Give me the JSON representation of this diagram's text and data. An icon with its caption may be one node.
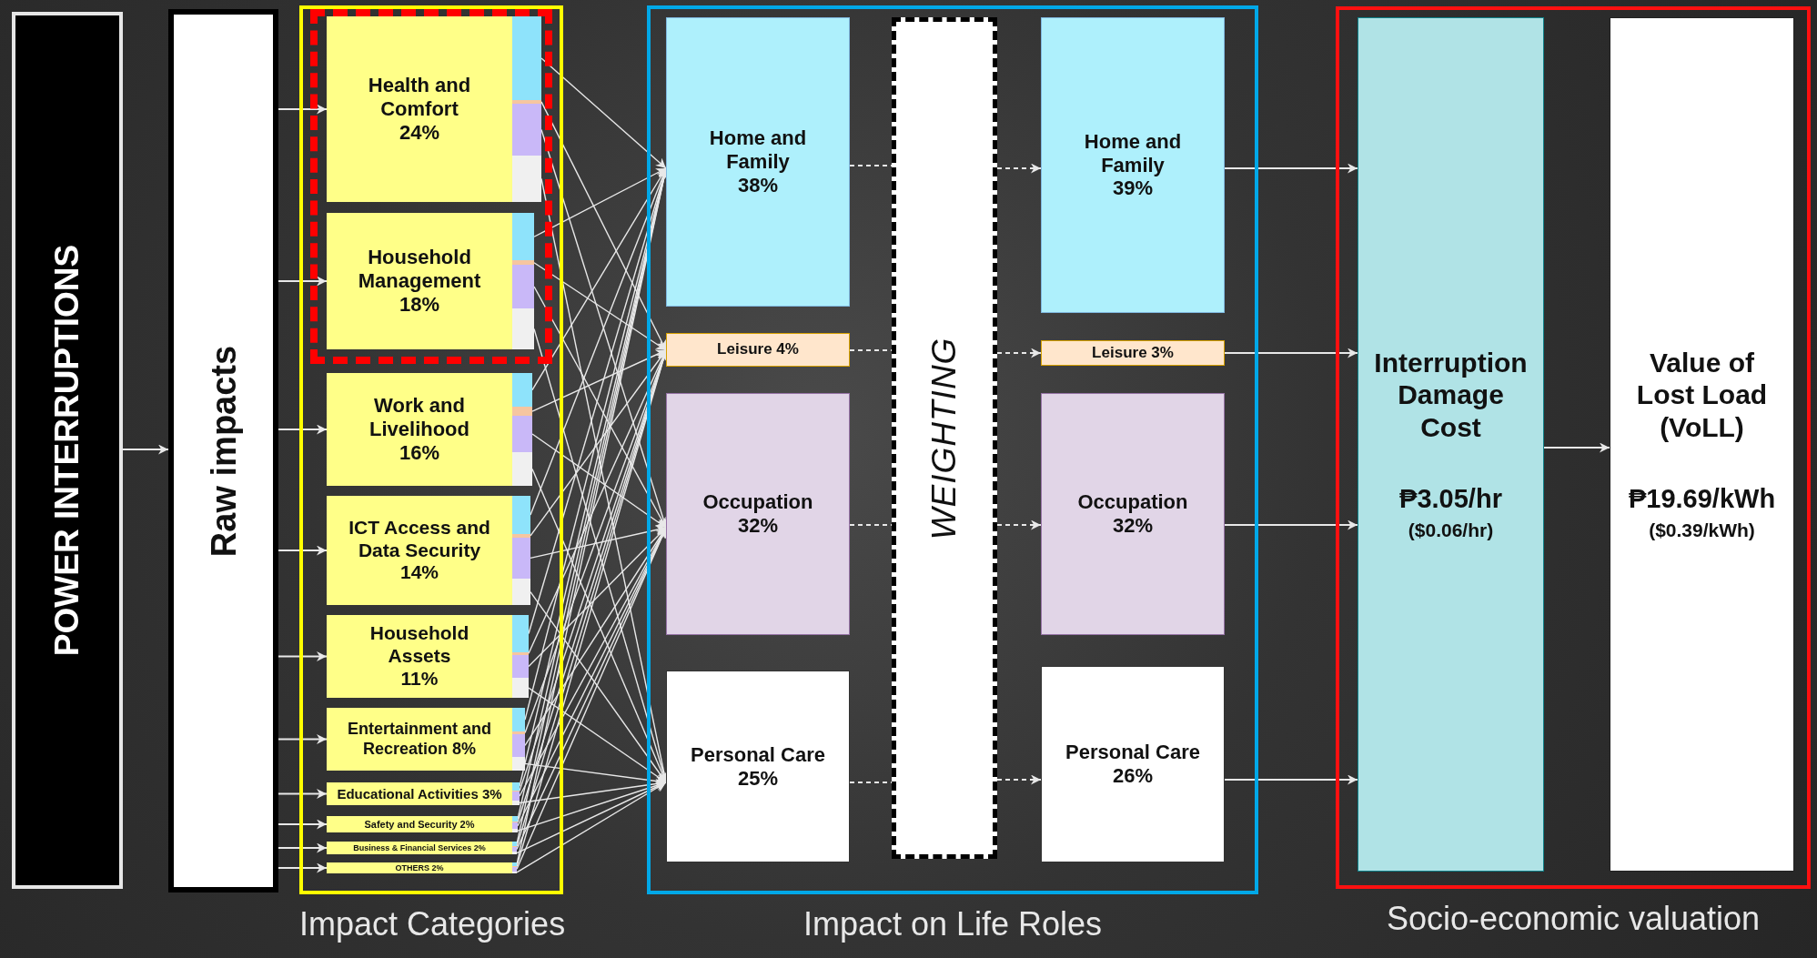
{
  "diagram": {
    "nodes": [
      {
        "text": [
          "POWER INTERRUPTIONS"
        ]
      },
      {
        "text": [
          "Raw impacts"
        ]
      },
      {
        "text": [],
        "shape": "box",
        "beside": [
          "Impact Categories"
        ]
      },
      {
        "text": [],
        "shape": "box",
        "in": 2
      },
      {
        "text": [
          "Health and Comfort 24%"
        ],
        "in": 3
      },
      {
        "text": [
          "Household Management 18%"
        ],
        "in": 3
      },
      {
        "text": [
          "Work and Livelihood 16%"
        ],
        "in": 2
      },
      {
        "text": [
          "ICT Access and Data Security 14%"
        ],
        "in": 2
      },
      {
        "text": [
          "Household Assets 11%"
        ],
        "in": 2
      },
      {
        "text": [
          "Entertainment and Recreation 8%"
        ],
        "in": 2
      },
      {
        "text": [
          "Educational Activities 3%"
        ],
        "in": 2
      },
      {
        "text": [
          "Safety and Security 2%"
        ],
        "in": 2
      },
      {
        "text": [
          "Business & Financial Services 2%"
        ],
        "in": 2
      },
      {
        "text": [
          "OTHERS 2%"
        ],
        "in": 2
      },
      {
        "text": [],
        "shape": "box",
        "beside": [
          "Impact on Life Roles"
        ]
      },
      {
        "text": [
          "Home and Family 38%"
        ],
        "in": 14
      },
      {
        "text": [
          "Leisure 4%"
        ],
        "in": 14
      },
      {
        "text": [
          "Occupation 32%"
        ],
        "in": 14
      },
      {
        "text": [
          "Personal Care 25%"
        ],
        "in": 14
      },
      {
        "text": [
          "WEIGHTING"
        ],
        "in": 14
      },
      {
        "text": [
          "Home and Family 39%"
        ],
        "in": 14
      },
      {
        "text": [
          "Leisure 3%"
        ],
        "in": 14
      },
      {
        "text": [
          "Occupation 32%"
        ],
        "in": 14
      },
      {
        "text": [
          "Personal Care 26%"
        ],
        "in": 14
      },
      {
        "text": [],
        "shape": "box",
        "beside": [
          "Socio-economic valuation"
        ]
      },
      {
        "text": [
          "Interruption Damage Cost",
          "₱3.05/hr",
          "($0.06/hr)"
        ],
        "in": 24
      },
      {
        "text": [
          "Value of Lost Load (VoLL)",
          "₱19.69/kWh",
          "($0.39/kWh)"
        ],
        "in": 24
      }
    ],
    "edges": [
      {
        "from": 0,
        "to": 1,
        "arrow": "to"
      },
      {
        "from": 1,
        "to": 4,
        "arrow": "to"
      },
      {
        "from": 1,
        "to": 5,
        "arrow": "to"
      },
      {
        "from": 1,
        "to": 6,
        "arrow": "to"
      },
      {
        "from": 1,
        "to": 7,
        "arrow": "to"
      },
      {
        "from": 1,
        "to": 8,
        "arrow": "to"
      },
      {
        "from": 1,
        "to": 9,
        "arrow": "to"
      },
      {
        "from": 1,
        "to": 10,
        "arrow": "to"
      },
      {
        "from": 1,
        "to": 11,
        "arrow": "to"
      },
      {
        "from": 1,
        "to": 12,
        "arrow": "to"
      },
      {
        "from": 1,
        "to": 13,
        "arrow": "to"
      },
      {
        "from": 4,
        "to": 15,
        "arrow": "to"
      },
      {
        "from": 4,
        "to": 16,
        "arrow": "to"
      },
      {
        "from": 4,
        "to": 17,
        "arrow": "to"
      },
      {
        "from": 4,
        "to": 18,
        "arrow": "to"
      },
      {
        "from": 5,
        "to": 15,
        "arrow": "to"
      },
      {
        "from": 5,
        "to": 16,
        "arrow": "to"
      },
      {
        "from": 5,
        "to": 17,
        "arrow": "to"
      },
      {
        "from": 5,
        "to": 18,
        "arrow": "to"
      },
      {
        "from": 6,
        "to": 15,
        "arrow": "to"
      },
      {
        "from": 6,
        "to": 16,
        "arrow": "to"
      },
      {
        "from": 6,
        "to": 17,
        "arrow": "to"
      },
      {
        "from": 6,
        "to": 18,
        "arrow": "to"
      },
      {
        "from": 7,
        "to": 15,
        "arrow": "to"
      },
      {
        "from": 7,
        "to": 16,
        "arrow": "to"
      },
      {
        "from": 7,
        "to": 17,
        "arrow": "to"
      },
      {
        "from": 7,
        "to": 18,
        "arrow": "to"
      },
      {
        "from": 8,
        "to": 15,
        "arrow": "to"
      },
      {
        "from": 8,
        "to": 16,
        "arrow": "to"
      },
      {
        "from": 8,
        "to": 17,
        "arrow": "to"
      },
      {
        "from": 8,
        "to": 18,
        "arrow": "to"
      },
      {
        "from": 9,
        "to": 15,
        "arrow": "to"
      },
      {
        "from": 9,
        "to": 16,
        "arrow": "to"
      },
      {
        "from": 9,
        "to": 17,
        "arrow": "to"
      },
      {
        "from": 9,
        "to": 18,
        "arrow": "to"
      },
      {
        "from": 10,
        "to": 15,
        "arrow": "to"
      },
      {
        "from": 10,
        "to": 16,
        "arrow": "to"
      },
      {
        "from": 10,
        "to": 17,
        "arrow": "to"
      },
      {
        "from": 10,
        "to": 18,
        "arrow": "to"
      },
      {
        "from": 11,
        "to": 15,
        "arrow": "to"
      },
      {
        "from": 11,
        "to": 16,
        "arrow": "to"
      },
      {
        "from": 11,
        "to": 17,
        "arrow": "to"
      },
      {
        "from": 11,
        "to": 18,
        "arrow": "to"
      },
      {
        "from": 12,
        "to": 15,
        "arrow": "to"
      },
      {
        "from": 12,
        "to": 16,
        "arrow": "to"
      },
      {
        "from": 12,
        "to": 17,
        "arrow": "to"
      },
      {
        "from": 12,
        "to": 18,
        "arrow": "to"
      },
      {
        "from": 13,
        "to": 15,
        "arrow": "to"
      },
      {
        "from": 13,
        "to": 16,
        "arrow": "to"
      },
      {
        "from": 13,
        "to": 17,
        "arrow": "to"
      },
      {
        "from": 13,
        "to": 18,
        "arrow": "to"
      },
      {
        "from": 15,
        "to": 19,
        "arrow": "none",
        "style": "dashed"
      },
      {
        "from": 16,
        "to": 19,
        "arrow": "none",
        "style": "dashed"
      },
      {
        "from": 17,
        "to": 19,
        "arrow": "none",
        "style": "dashed"
      },
      {
        "from": 18,
        "to": 19,
        "arrow": "none",
        "style": "dashed"
      },
      {
        "from": 19,
        "to": 20,
        "arrow": "to",
        "style": "dashed"
      },
      {
        "from": 19,
        "to": 21,
        "arrow": "to",
        "style": "dashed"
      },
      {
        "from": 19,
        "to": 22,
        "arrow": "to",
        "style": "dashed"
      },
      {
        "from": 19,
        "to": 23,
        "arrow": "to",
        "style": "dashed"
      },
      {
        "from": 20,
        "to": 25,
        "arrow": "to"
      },
      {
        "from": 21,
        "to": 25,
        "arrow": "to"
      },
      {
        "from": 22,
        "to": 25,
        "arrow": "to"
      },
      {
        "from": 23,
        "to": 25,
        "arrow": "to"
      },
      {
        "from": 25,
        "to": 26,
        "arrow": "to"
      }
    ]
  }
}
